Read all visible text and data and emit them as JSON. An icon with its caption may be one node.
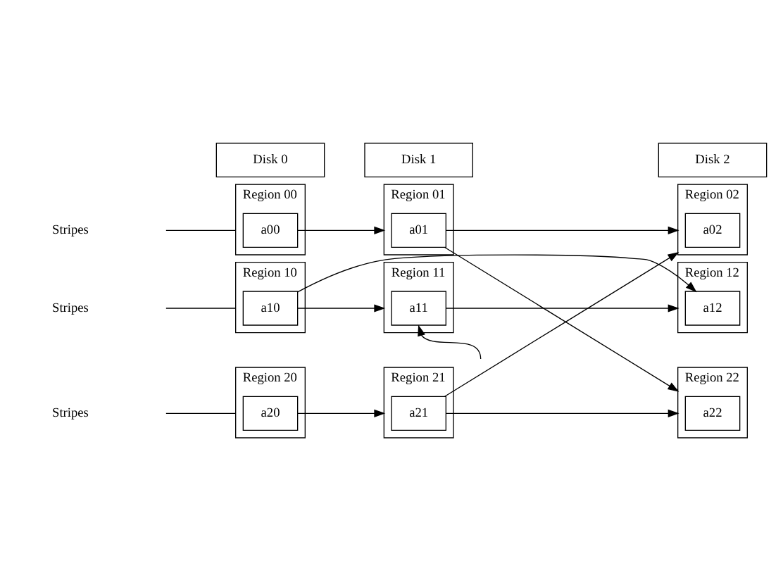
{
  "diagram": {
    "nodes": [
      {
        "text": [
          "Disk 0"
        ]
      },
      {
        "text": [
          "Disk 1"
        ]
      },
      {
        "text": [
          "Disk 2"
        ]
      },
      {
        "text": [
          "Region 00"
        ]
      },
      {
        "text": [
          "a00"
        ],
        "in": 3
      },
      {
        "text": [
          "Region 01"
        ]
      },
      {
        "text": [
          "a01"
        ],
        "in": 5
      },
      {
        "text": [
          "Region 02"
        ]
      },
      {
        "text": [
          "a02"
        ],
        "in": 7
      },
      {
        "text": [
          "Region 10"
        ]
      },
      {
        "text": [
          "a10"
        ],
        "in": 9
      },
      {
        "text": [
          "Region 11"
        ]
      },
      {
        "text": [
          "a11"
        ],
        "in": 11
      },
      {
        "text": [
          "Region 12"
        ]
      },
      {
        "text": [
          "a12"
        ],
        "in": 13
      },
      {
        "text": [
          "Region 20"
        ]
      },
      {
        "text": [
          "a20"
        ],
        "in": 15
      },
      {
        "text": [
          "Region 21"
        ]
      },
      {
        "text": [
          "a21"
        ],
        "in": 17
      },
      {
        "text": [
          "Region 22"
        ]
      },
      {
        "text": [
          "a22"
        ],
        "in": 19
      }
    ],
    "edges": [
      {
        "from": null,
        "to": 3,
        "arrow": "none"
      },
      {
        "from": 4,
        "to": 5,
        "arrow": "to"
      },
      {
        "from": 6,
        "to": 7,
        "arrow": "to"
      },
      {
        "from": 6,
        "to": 19,
        "arrow": "to"
      },
      {
        "from": null,
        "to": 9,
        "arrow": "none"
      },
      {
        "from": 10,
        "to": 11,
        "arrow": "to"
      },
      {
        "from": 12,
        "to": 13,
        "arrow": "to"
      },
      {
        "from": 10,
        "to": 14,
        "arrow": "to"
      },
      {
        "from": null,
        "to": 12,
        "arrow": "to"
      },
      {
        "from": null,
        "to": 15,
        "arrow": "none"
      },
      {
        "from": 16,
        "to": 17,
        "arrow": "to"
      },
      {
        "from": 18,
        "to": 7,
        "arrow": "to"
      },
      {
        "from": 18,
        "to": 19,
        "arrow": "to"
      }
    ],
    "labels": [
      "Stripes",
      "Stripes",
      "Stripes"
    ]
  }
}
